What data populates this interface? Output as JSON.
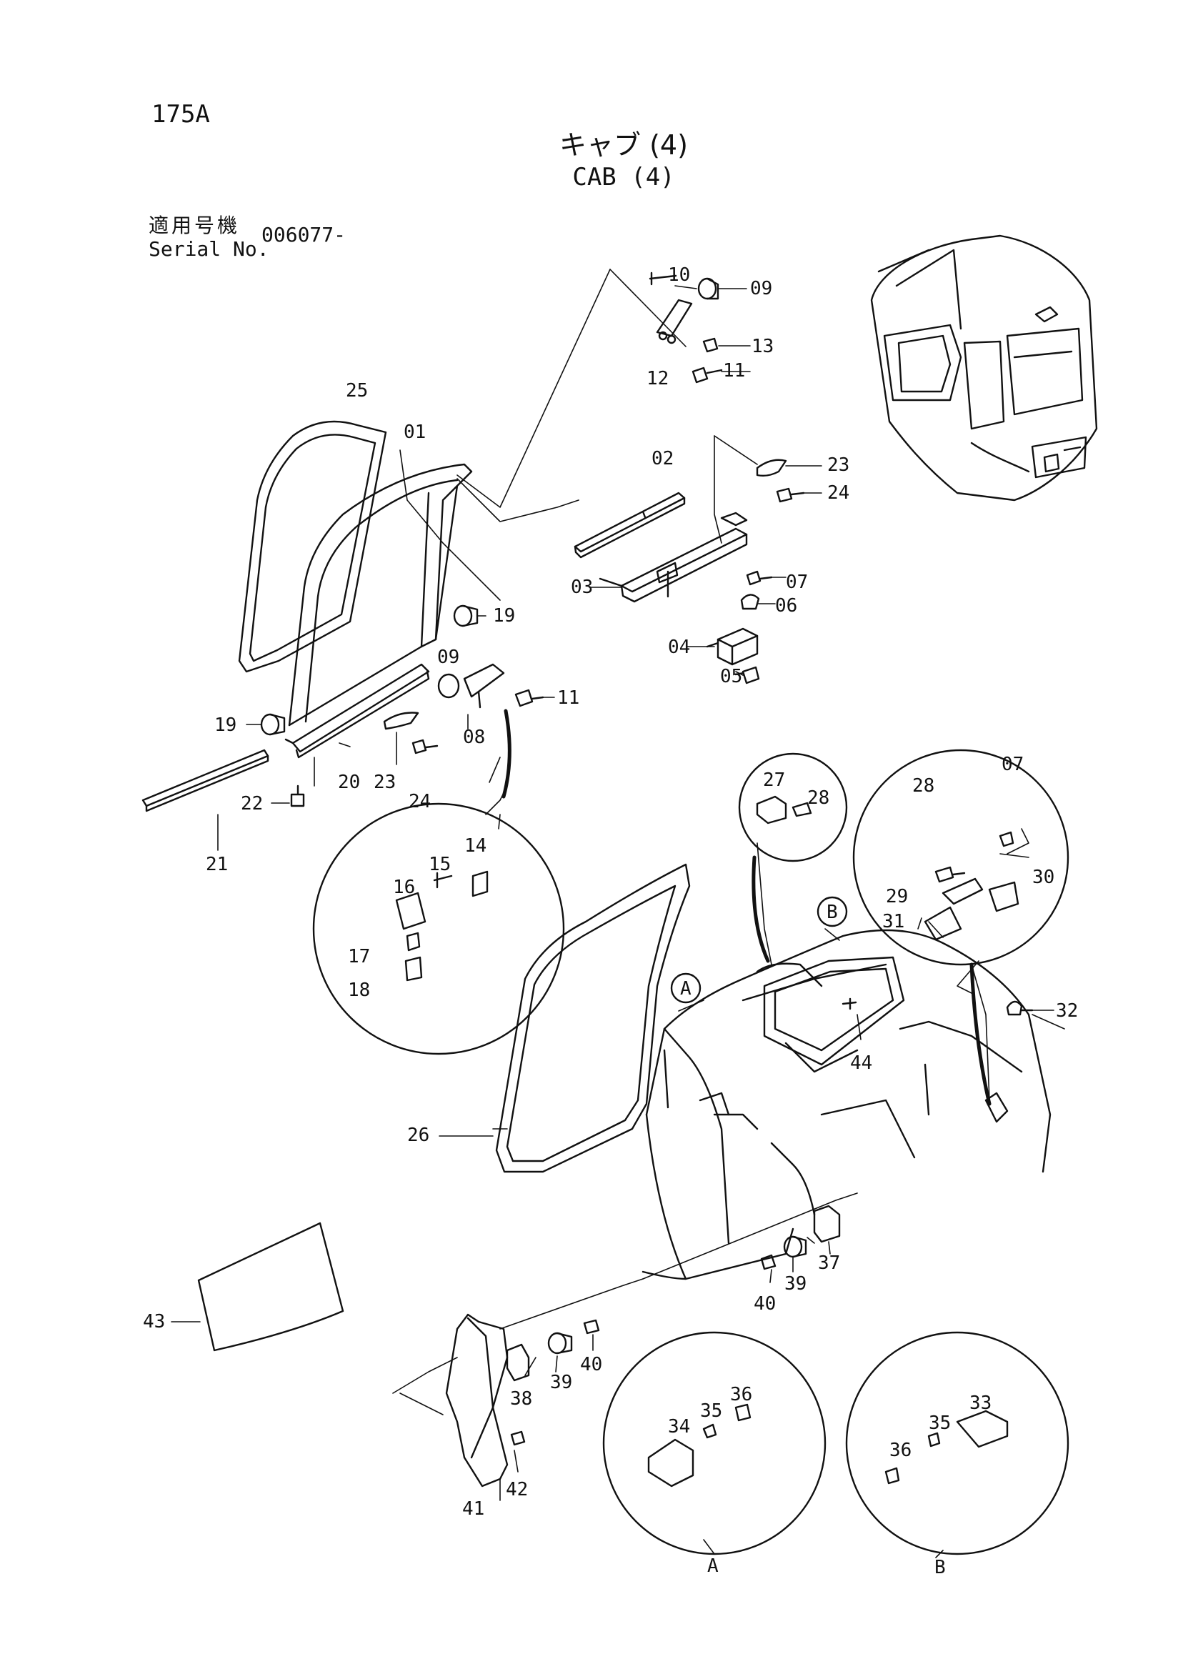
{
  "page_number": "175A",
  "title_jp": "キャブ (4)",
  "title_en": "CAB (4)",
  "serial_label_jp": "適用号機",
  "serial_label_en": "Serial No.",
  "serial_value": "006077-",
  "callouts": {
    "c01": "01",
    "c02": "02",
    "c03": "03",
    "c04": "04",
    "c05": "05",
    "c06": "06",
    "c07": "07",
    "c07b": "07",
    "c08": "08",
    "c09": "09",
    "c09b": "09",
    "c10": "10",
    "c11": "11",
    "c11b": "11",
    "c12": "12",
    "c13": "13",
    "c14": "14",
    "c15": "15",
    "c16": "16",
    "c17": "17",
    "c18": "18",
    "c19": "19",
    "c19b": "19",
    "c20": "20",
    "c21": "21",
    "c22": "22",
    "c23": "23",
    "c23b": "23",
    "c24": "24",
    "c24b": "24",
    "c25": "25",
    "c26": "26",
    "c27": "27",
    "c28": "28",
    "c28b": "28",
    "c29": "29",
    "c30": "30",
    "c31": "31",
    "c32": "32",
    "c33": "33",
    "c34": "34",
    "c35": "35",
    "c35b": "35",
    "c36": "36",
    "c36b": "36",
    "c37": "37",
    "c38": "38",
    "c39": "39",
    "c39b": "39",
    "c40": "40",
    "c40b": "40",
    "c41": "41",
    "c42": "42",
    "c43": "43",
    "c44": "44"
  },
  "detail_markers": {
    "a_circle": "A",
    "b_circle": "B",
    "a_detail": "A",
    "b_detail": "B"
  }
}
